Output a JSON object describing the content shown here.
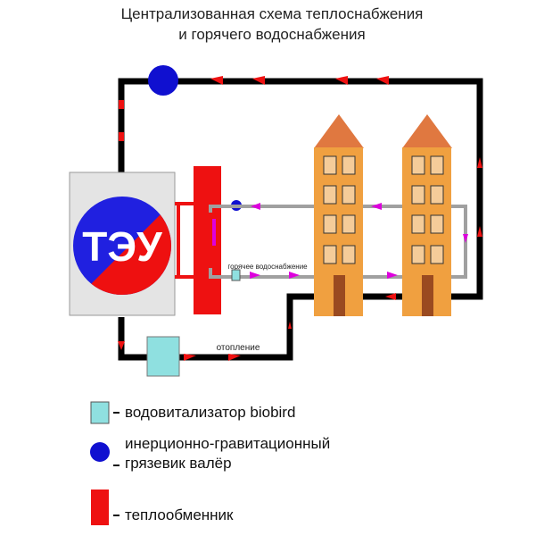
{
  "title": {
    "line1": "Централизованная схема теплоснабжения",
    "line2": "и горячего водоснабжения"
  },
  "diagram": {
    "source_label": "ТЭУ",
    "hot_water_label": "горячее водоснабжение",
    "heating_label": "отопление"
  },
  "legend": [
    {
      "text_lines": [
        "водовитализатор biobird"
      ],
      "symbol": "cyan-square",
      "color": "#8fe0e0"
    },
    {
      "text_lines": [
        "инерционно-гравитационный",
        "грязевик валёр"
      ],
      "symbol": "blue-circle",
      "color": "#1010d0"
    },
    {
      "text_lines": [
        "теплообменник"
      ],
      "symbol": "red-rectangle",
      "color": "#ee1111"
    }
  ],
  "colors": {
    "pipe": "#000000",
    "arrow": "#ee1111",
    "hot_water_pipe": "#a0a0a0",
    "hot_water_arrow": "#dd00dd",
    "building": "#f0a040",
    "roof": "#e07840",
    "window": "#f5cc99",
    "door": "#9a4a20",
    "teu_blue": "#2020e0",
    "teu_red": "#ee1010"
  }
}
